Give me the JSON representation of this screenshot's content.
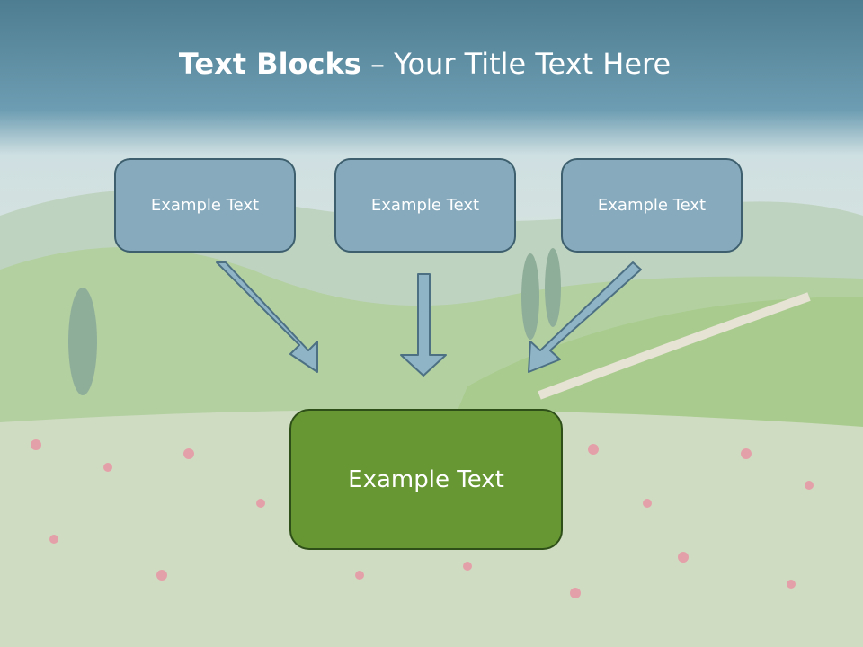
{
  "title": {
    "bold": "Text Blocks",
    "separator": " – ",
    "rest": "Your Title Text Here"
  },
  "blocks": {
    "left": "Example Text",
    "center": "Example Text",
    "right": "Example Text",
    "main": "Example Text"
  },
  "colors": {
    "small_fill": "#87abbd",
    "small_border": "#3d5f6e",
    "main_fill": "#679732",
    "main_border": "#2e4f18",
    "arrow_fill": "#8fb4c6",
    "arrow_stroke": "#4d7183"
  }
}
